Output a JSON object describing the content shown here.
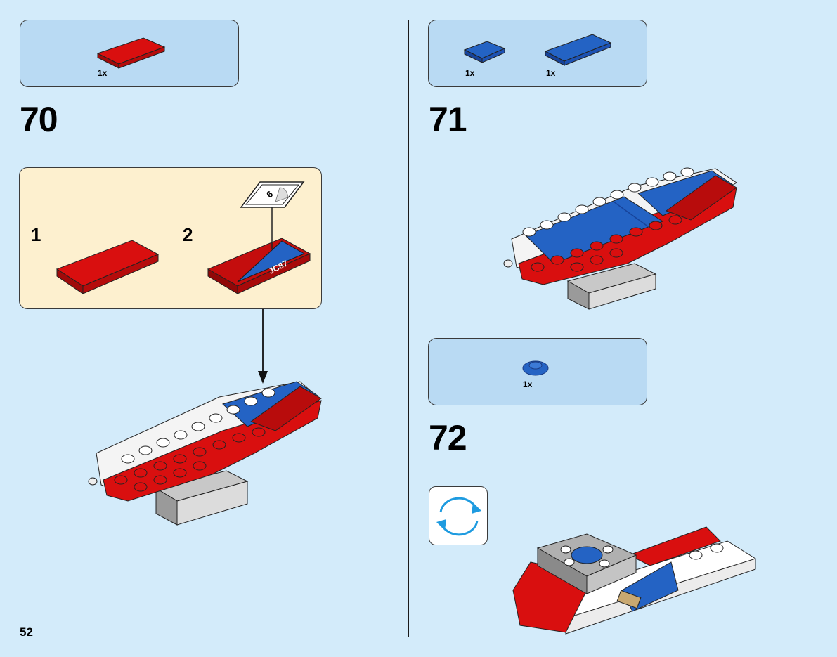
{
  "page": {
    "number": "52"
  },
  "steps": [
    {
      "number": "70",
      "parts": [
        {
          "qty": "1x",
          "name": "red-tile-2x4-icon"
        }
      ],
      "substeps": [
        {
          "number": "1"
        },
        {
          "number": "2"
        }
      ],
      "sticker": {
        "code": "JC87",
        "sticker_number": "6"
      }
    },
    {
      "number": "71",
      "parts": [
        {
          "qty": "1x",
          "name": "blue-tile-2x2-icon"
        },
        {
          "qty": "1x",
          "name": "blue-tile-2x4-icon"
        }
      ]
    },
    {
      "number": "72",
      "parts": [
        {
          "qty": "1x",
          "name": "blue-turntable-icon"
        }
      ],
      "rotate": "rotate-model-icon"
    }
  ],
  "colors": {
    "background": "#d3ebfa",
    "parts_box": "#b9daf3",
    "substep_box": "#fdf0cf",
    "red": "#d90f0f",
    "blue": "#2463c4",
    "rotate_arrow": "#1e9be0"
  }
}
